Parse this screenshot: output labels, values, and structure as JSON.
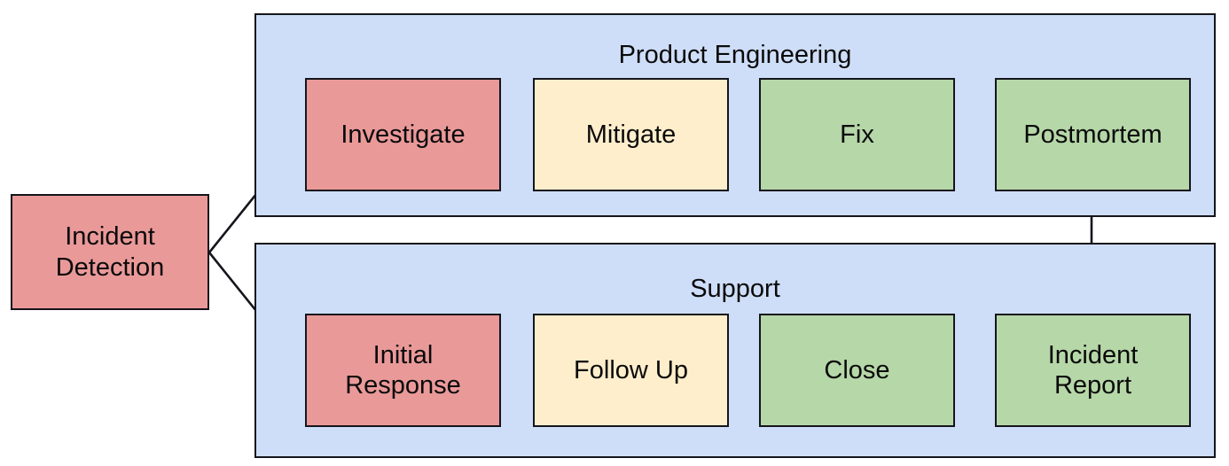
{
  "diagram": {
    "title_visible": false,
    "colors": {
      "lane_fill": "#cfdef8",
      "stroke": "#15151c",
      "red": "#ea9999",
      "yellow": "#ffeecc",
      "green": "#b6d7a8",
      "text": "#0a0a0a",
      "background": "#ffffff"
    },
    "lanes": [
      {
        "id": "product-engineering",
        "label": "Product Engineering"
      },
      {
        "id": "support",
        "label": "Support"
      }
    ],
    "nodes": [
      {
        "id": "incident-detection",
        "label": "Incident\nDetection",
        "color": "red"
      },
      {
        "id": "investigate",
        "label": "Investigate",
        "color": "red"
      },
      {
        "id": "mitigate",
        "label": "Mitigate",
        "color": "yellow"
      },
      {
        "id": "fix",
        "label": "Fix",
        "color": "green"
      },
      {
        "id": "postmortem",
        "label": "Postmortem",
        "color": "green"
      },
      {
        "id": "initial-response",
        "label": "Initial\nResponse",
        "color": "red"
      },
      {
        "id": "follow-up",
        "label": "Follow Up",
        "color": "yellow"
      },
      {
        "id": "close",
        "label": "Close",
        "color": "green"
      },
      {
        "id": "incident-report",
        "label": "Incident\nReport",
        "color": "green"
      }
    ],
    "edges": [
      {
        "id": "edge-detection-investigate",
        "from": "incident-detection",
        "to": "investigate",
        "label": ""
      },
      {
        "id": "edge-detection-initial-response",
        "from": "incident-detection",
        "to": "initial-response",
        "label": ""
      },
      {
        "id": "edge-investigate-mitigate",
        "from": "investigate",
        "to": "mitigate",
        "label": ""
      },
      {
        "id": "edge-mitigate-fix",
        "from": "mitigate",
        "to": "fix",
        "label": ""
      },
      {
        "id": "edge-fix-postmortem",
        "from": "fix",
        "to": "postmortem",
        "label": ""
      },
      {
        "id": "edge-postmortem-incident-report",
        "from": "postmortem",
        "to": "incident-report",
        "label": ""
      },
      {
        "id": "edge-initial-response-follow-up",
        "from": "initial-response",
        "to": "follow-up",
        "label": ""
      },
      {
        "id": "edge-follow-up-close",
        "from": "follow-up",
        "to": "close",
        "label": ""
      },
      {
        "id": "edge-close-incident-report",
        "from": "close",
        "to": "incident-report",
        "label": ""
      }
    ]
  }
}
